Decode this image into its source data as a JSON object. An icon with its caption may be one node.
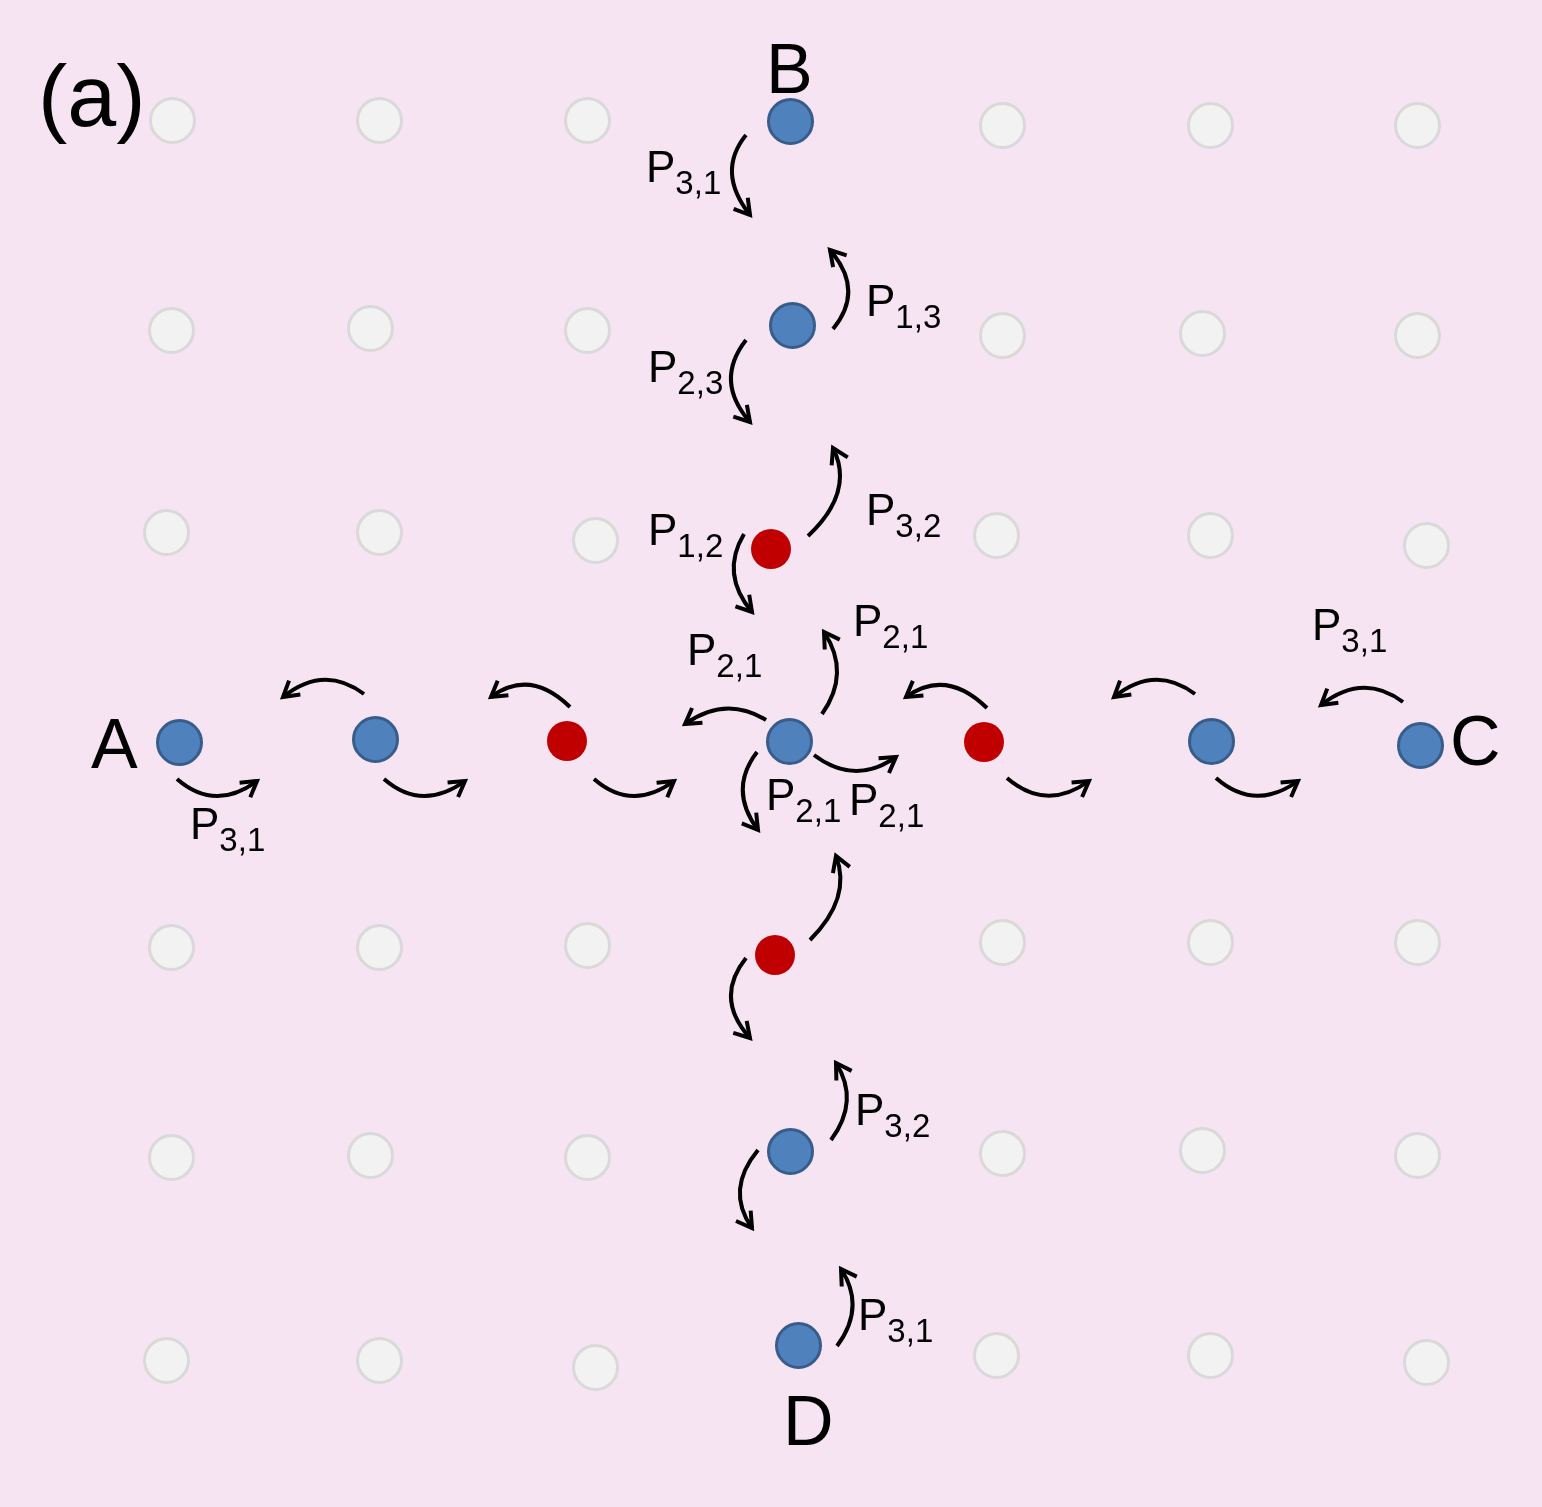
{
  "diagram": {
    "nodes": [
      {
        "text": [],
        "shape": "circle"
      },
      {
        "text": [],
        "shape": "circle"
      },
      {
        "text": [],
        "shape": "circle"
      },
      {
        "text": [],
        "shape": "ball",
        "beside": [
          "B"
        ]
      },
      {
        "text": [],
        "shape": "circle"
      },
      {
        "text": [],
        "shape": "circle"
      },
      {
        "text": [],
        "shape": "circle"
      },
      {
        "text": [],
        "shape": "circle"
      },
      {
        "text": [],
        "shape": "circle"
      },
      {
        "text": [],
        "shape": "circle"
      },
      {
        "text": [],
        "shape": "ball"
      },
      {
        "text": [],
        "shape": "circle"
      },
      {
        "text": [],
        "shape": "circle"
      },
      {
        "text": [],
        "shape": "circle"
      },
      {
        "text": [],
        "shape": "circle"
      },
      {
        "text": [],
        "shape": "circle"
      },
      {
        "text": [],
        "shape": "circle"
      },
      {
        "text": [],
        "shape": "dot"
      },
      {
        "text": [],
        "shape": "circle"
      },
      {
        "text": [],
        "shape": "circle"
      },
      {
        "text": [],
        "shape": "circle"
      },
      {
        "text": [],
        "shape": "ball",
        "beside": [
          "A"
        ]
      },
      {
        "text": [],
        "shape": "ball"
      },
      {
        "text": [],
        "shape": "dot"
      },
      {
        "text": [],
        "shape": "ball"
      },
      {
        "text": [],
        "shape": "dot"
      },
      {
        "text": [],
        "shape": "ball"
      },
      {
        "text": [],
        "shape": "ball",
        "beside": [
          "C"
        ]
      },
      {
        "text": [],
        "shape": "circle"
      },
      {
        "text": [],
        "shape": "circle"
      },
      {
        "text": [],
        "shape": "circle"
      },
      {
        "text": [],
        "shape": "dot"
      },
      {
        "text": [],
        "shape": "circle"
      },
      {
        "text": [],
        "shape": "circle"
      },
      {
        "text": [],
        "shape": "circle"
      },
      {
        "text": [],
        "shape": "circle"
      },
      {
        "text": [],
        "shape": "circle"
      },
      {
        "text": [],
        "shape": "circle"
      },
      {
        "text": [],
        "shape": "ball"
      },
      {
        "text": [],
        "shape": "circle"
      },
      {
        "text": [],
        "shape": "circle"
      },
      {
        "text": [],
        "shape": "circle"
      },
      {
        "text": [],
        "shape": "circle"
      },
      {
        "text": [],
        "shape": "circle"
      },
      {
        "text": [],
        "shape": "circle"
      },
      {
        "text": [],
        "shape": "ball",
        "beside": [
          "D"
        ]
      },
      {
        "text": [],
        "shape": "circle"
      },
      {
        "text": [],
        "shape": "circle"
      },
      {
        "text": [],
        "shape": "circle"
      }
    ],
    "edges": [
      {
        "from": 3,
        "to": null,
        "arrow": "to",
        "label": "P$_{3,1}$"
      },
      {
        "from": 10,
        "to": null,
        "arrow": "to",
        "label": "P$_{1,3}$"
      },
      {
        "from": 10,
        "to": null,
        "arrow": "to",
        "label": "P$_{2,3}$"
      },
      {
        "from": 17,
        "to": null,
        "arrow": "to",
        "label": "P$_{3,2}$"
      },
      {
        "from": 17,
        "to": null,
        "arrow": "to",
        "label": "P$_{1,2}$"
      },
      {
        "from": 24,
        "to": null,
        "arrow": "to",
        "label": "P$_{2,1}$"
      },
      {
        "from": 21,
        "to": null,
        "arrow": "to",
        "label": "P$_{3,1}$"
      },
      {
        "from": 22,
        "to": null,
        "arrow": "to"
      },
      {
        "from": 22,
        "to": null,
        "arrow": "to"
      },
      {
        "from": 23,
        "to": null,
        "arrow": "to"
      },
      {
        "from": 23,
        "to": null,
        "arrow": "to"
      },
      {
        "from": 24,
        "to": null,
        "arrow": "to",
        "label": "P$_{2,1}$"
      },
      {
        "from": 24,
        "to": null,
        "arrow": "to",
        "label": "P$_{2,1}$"
      },
      {
        "from": 25,
        "to": null,
        "arrow": "to"
      },
      {
        "from": 25,
        "to": null,
        "arrow": "to"
      },
      {
        "from": 26,
        "to": null,
        "arrow": "to"
      },
      {
        "from": 26,
        "to": null,
        "arrow": "to"
      },
      {
        "from": 27,
        "to": null,
        "arrow": "to",
        "label": "P$_{3,1}$"
      },
      {
        "from": 24,
        "to": null,
        "arrow": "to",
        "label": "P$_{2,1}$"
      },
      {
        "from": 31,
        "to": null,
        "arrow": "to"
      },
      {
        "from": 31,
        "to": null,
        "arrow": "to"
      },
      {
        "from": 38,
        "to": null,
        "arrow": "to",
        "label": "P$_{3,2}$"
      },
      {
        "from": 38,
        "to": null,
        "arrow": "to"
      },
      {
        "from": 45,
        "to": null,
        "arrow": "to",
        "label": "P$_{3,1}$"
      }
    ],
    "labels": [
      "(a)"
    ]
  }
}
